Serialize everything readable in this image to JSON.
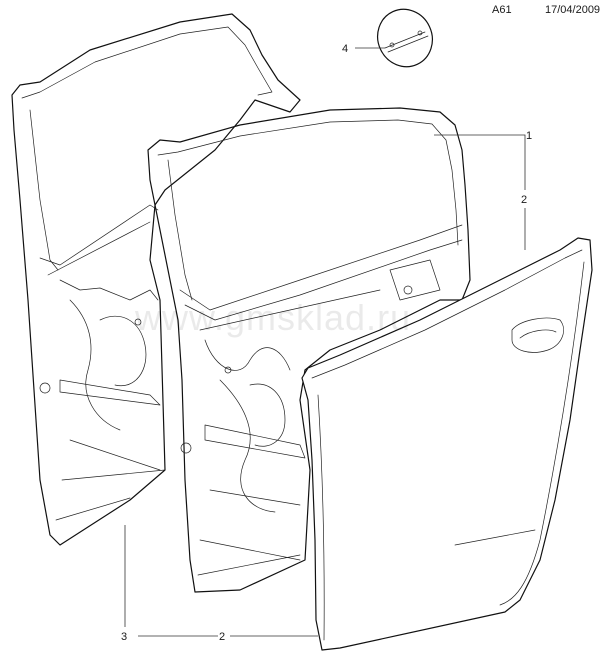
{
  "header": {
    "sheet_code": "A61",
    "date": "17/04/2009"
  },
  "watermark": {
    "text": "www.gmsklad.ru"
  },
  "callouts": [
    {
      "id": "callout-1",
      "label": "1"
    },
    {
      "id": "callout-2-top",
      "label": "2"
    },
    {
      "id": "callout-2-bottom",
      "label": "2"
    },
    {
      "id": "callout-3",
      "label": "3"
    },
    {
      "id": "callout-4",
      "label": "4"
    }
  ]
}
